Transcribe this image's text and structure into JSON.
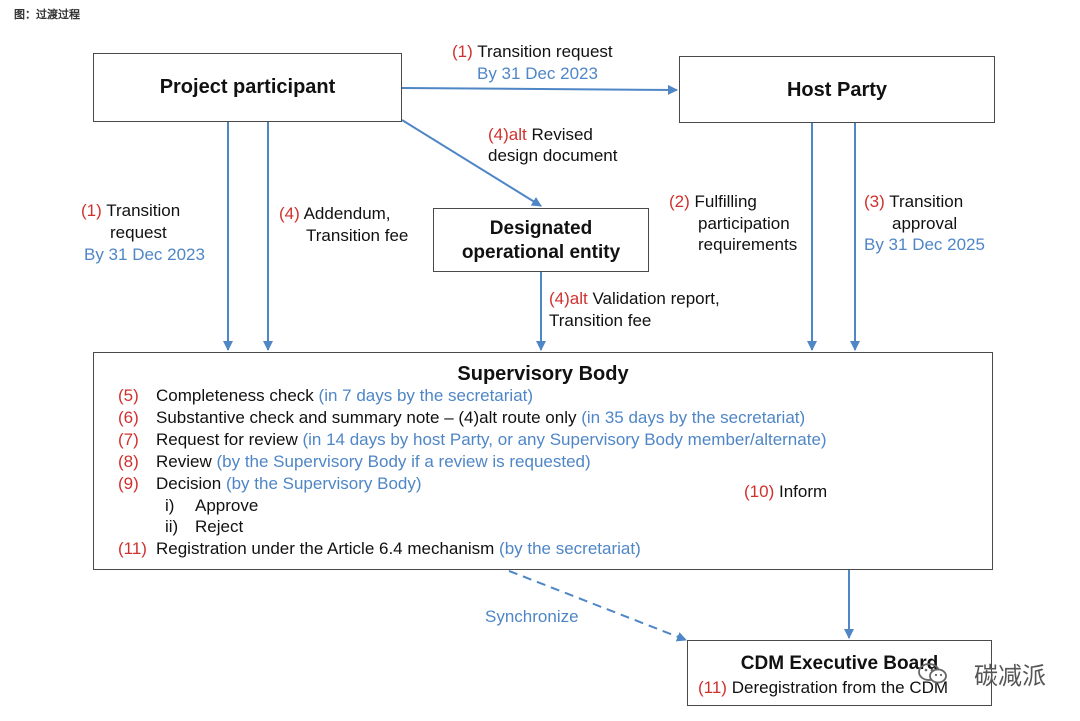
{
  "caption": "图：过渡过程",
  "nodes": {
    "project_participant": "Project participant",
    "host_party": "Host Party",
    "doe_line1": "Designated",
    "doe_line2": "operational entity",
    "supervisory_body": "Supervisory Body",
    "cdm_board": "CDM Executive Board"
  },
  "edges": {
    "pp_to_host": {
      "num": "(1)",
      "text": "Transition request",
      "deadline": "By 31 Dec 2023"
    },
    "pp_to_doe": {
      "num": "(4)alt",
      "line1": "Revised",
      "line2": "design document"
    },
    "pp_to_sb_1": {
      "num": "(1)",
      "line1": "Transition",
      "line2": "request",
      "deadline": "By 31 Dec 2023"
    },
    "pp_to_sb_4": {
      "num": "(4)",
      "line1": "Addendum,",
      "line2": "Transition fee"
    },
    "doe_to_sb": {
      "num": "(4)alt",
      "line1": "Validation report,",
      "line2": "Transition fee"
    },
    "host_2": {
      "num": "(2)",
      "line1": "Fulfilling",
      "line2": "participation",
      "line3": "requirements"
    },
    "host_3": {
      "num": "(3)",
      "line1": "Transition",
      "line2": "approval",
      "deadline": "By 31 Dec 2025"
    },
    "inform": {
      "num": "(10)",
      "text": "Inform"
    },
    "synchronize": "Synchronize"
  },
  "sb_steps": [
    {
      "num": "(5)",
      "text": "Completeness check",
      "note": "(in 7 days by the secretariat)"
    },
    {
      "num": "(6)",
      "text": "Substantive check and summary note – (4)alt route only",
      "note": "(in 35 days by the secretariat)"
    },
    {
      "num": "(7)",
      "text": "Request for review",
      "note": "(in 14 days by host Party, or any Supervisory Body member/alternate)"
    },
    {
      "num": "(8)",
      "text": "Review",
      "note": "(by the Supervisory Body if a review is requested)"
    },
    {
      "num": "(9)",
      "text": "Decision",
      "note": "(by the Supervisory Body)"
    },
    {
      "num": "(11)",
      "text": "Registration under the Article 6.4 mechanism",
      "note": "(by the secretariat)"
    }
  ],
  "sb_decision_options": [
    {
      "num": "i)",
      "text": "Approve"
    },
    {
      "num": "ii)",
      "text": "Reject"
    }
  ],
  "cdm_step": {
    "num": "(11)",
    "text": "Deregistration from the CDM"
  },
  "watermark": "碳减派",
  "colors": {
    "red": "#d0312d",
    "blue": "#4f86c6",
    "arrow": "#4f86c6",
    "border": "#4a4a4a"
  }
}
